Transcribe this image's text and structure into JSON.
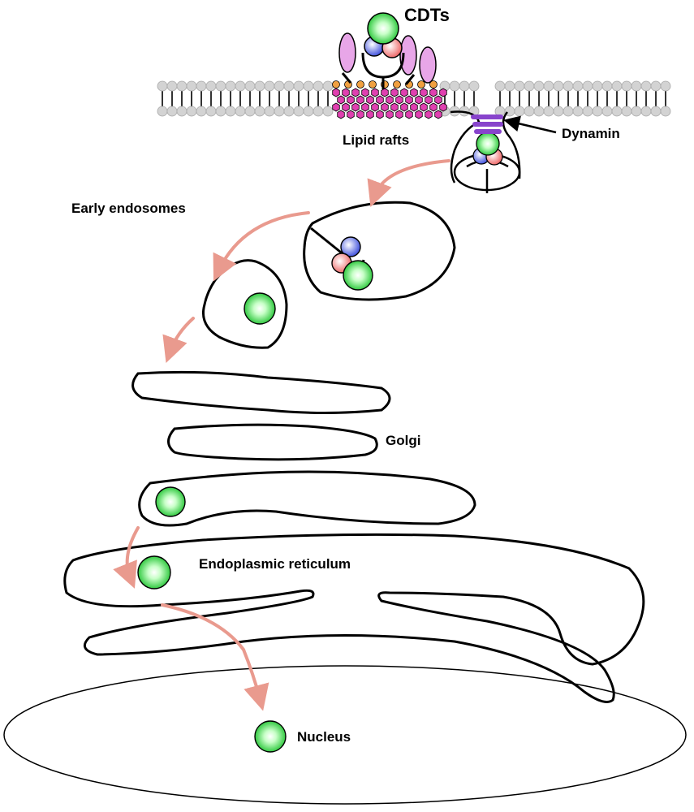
{
  "labels": {
    "cdts": "CDTs",
    "lipid_rafts": "Lipid rafts",
    "dynamin": "Dynamin",
    "early_endosomes": "Early endosomes",
    "golgi": "Golgi",
    "er": "Endoplasmic reticulum",
    "nucleus": "Nucleus"
  },
  "colors": {
    "toxin_green": "#22cc33",
    "subunit_blue": "#5566dd",
    "subunit_red": "#ee7777",
    "receptor_pink": "#e8a6e8",
    "raft_magenta": "#e040b0",
    "dynamin_purple": "#8844cc",
    "trafficking_arrow": "#e99a8e",
    "lipid_head": "#d3d3d3"
  }
}
